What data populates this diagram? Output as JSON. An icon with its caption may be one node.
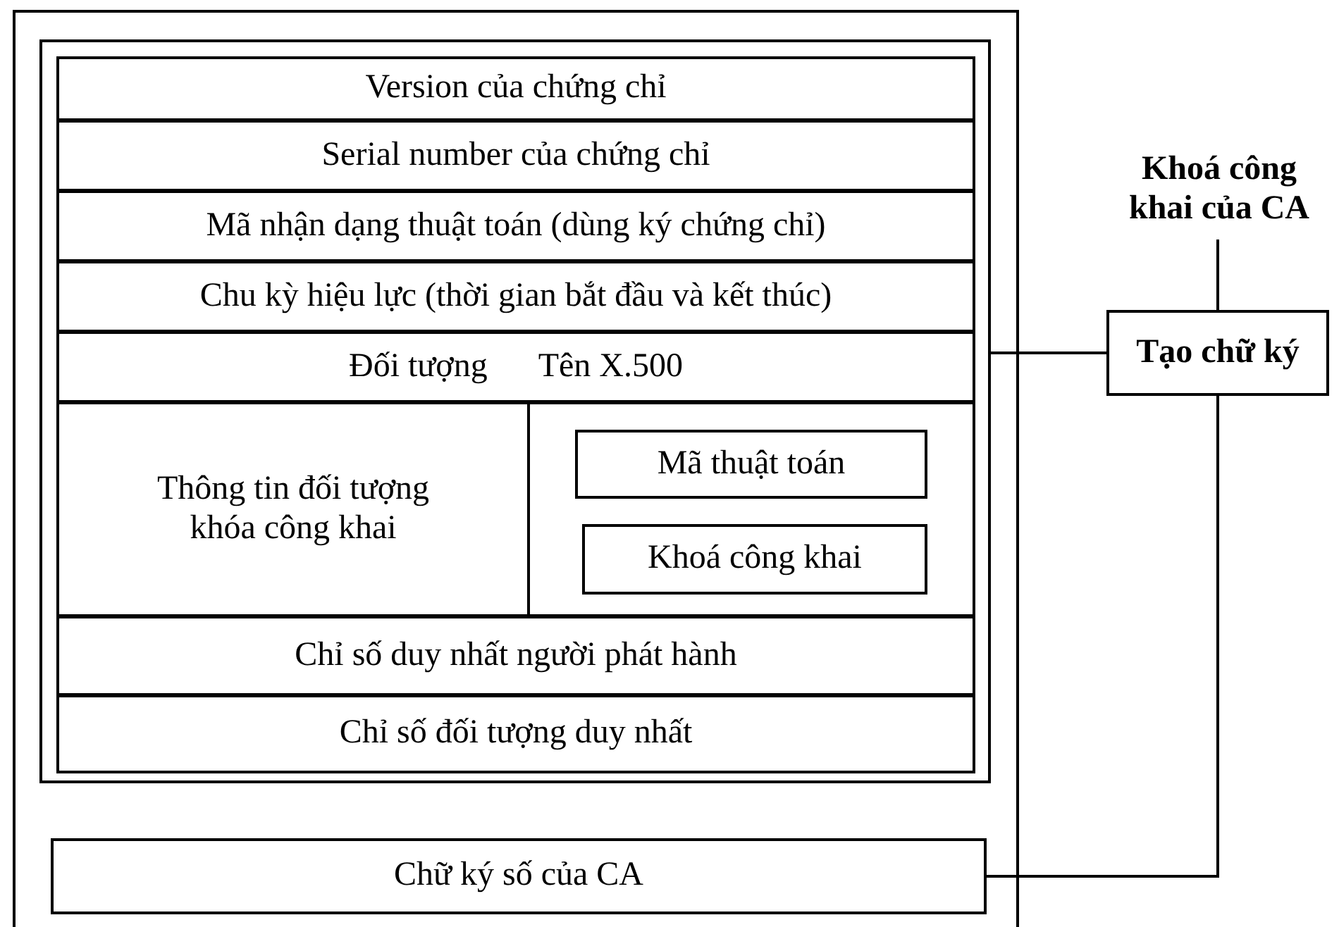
{
  "diagram": {
    "nodes": [
      {
        "text": [],
        "shape": "box"
      },
      {
        "text": [],
        "shape": "box",
        "in": 0
      },
      {
        "text": [
          "Version của chứng chỉ"
        ],
        "in": 1
      },
      {
        "text": [
          "Serial number của chứng chỉ"
        ],
        "in": 1
      },
      {
        "text": [
          "Mã nhận dạng thuật toán (dùng ký chứng chỉ)"
        ],
        "in": 1
      },
      {
        "text": [
          "Chu kỳ hiệu lực (thời gian bắt đầu và kết thúc)"
        ],
        "in": 1
      },
      {
        "text": [
          "Đối tượng",
          "Tên X.500"
        ],
        "in": 1
      },
      {
        "text": [
          "Thông tin đối tượng khóa công khai"
        ],
        "in": 1
      },
      {
        "text": [
          "Mã thuật toán"
        ],
        "in": 7
      },
      {
        "text": [
          "Khoá công khai"
        ],
        "in": 7
      },
      {
        "text": [
          "Chỉ số duy nhất người phát hành"
        ],
        "in": 1
      },
      {
        "text": [
          "Chỉ số đối tượng duy nhất"
        ],
        "in": 1
      },
      {
        "text": [
          "Chữ ký số của CA"
        ],
        "in": 0
      },
      {
        "text": [
          "Khoá công khai của CA"
        ]
      },
      {
        "text": [
          "Tạo chữ ký"
        ]
      }
    ],
    "edges": [
      {
        "from": 13,
        "to": 14,
        "arrow": "none"
      },
      {
        "from": 1,
        "to": 14,
        "arrow": "none"
      },
      {
        "from": 14,
        "to": 12,
        "arrow": "none"
      }
    ]
  }
}
